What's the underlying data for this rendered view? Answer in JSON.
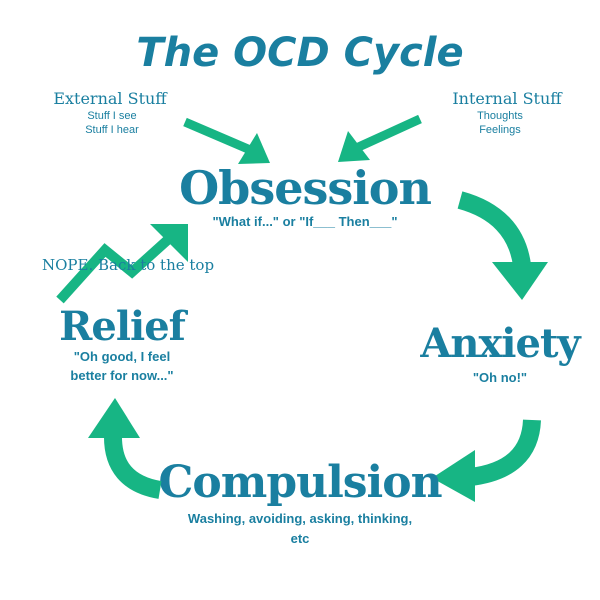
{
  "title": "The OCD Cycle",
  "colors": {
    "text": "#1a7fa0",
    "arrow": "#17b584"
  },
  "external": {
    "label": "External Stuff",
    "lines": [
      "Stuff I see",
      "Stuff I hear"
    ]
  },
  "internal": {
    "label": "Internal Stuff",
    "lines": [
      "Thoughts",
      "Feelings"
    ]
  },
  "obsession": {
    "label": "Obsession",
    "quote": "\"What if...\" or \"If___ Then___\""
  },
  "anxiety": {
    "label": "Anxiety",
    "quote": "\"Oh no!\""
  },
  "compulsion": {
    "label": "Compulsion",
    "lines": [
      "Washing, avoiding, asking, thinking,",
      "etc"
    ]
  },
  "relief": {
    "label": "Relief",
    "lines": [
      "\"Oh good, I feel",
      "better for now...\""
    ]
  },
  "nope": "NOPE. Back to the top"
}
